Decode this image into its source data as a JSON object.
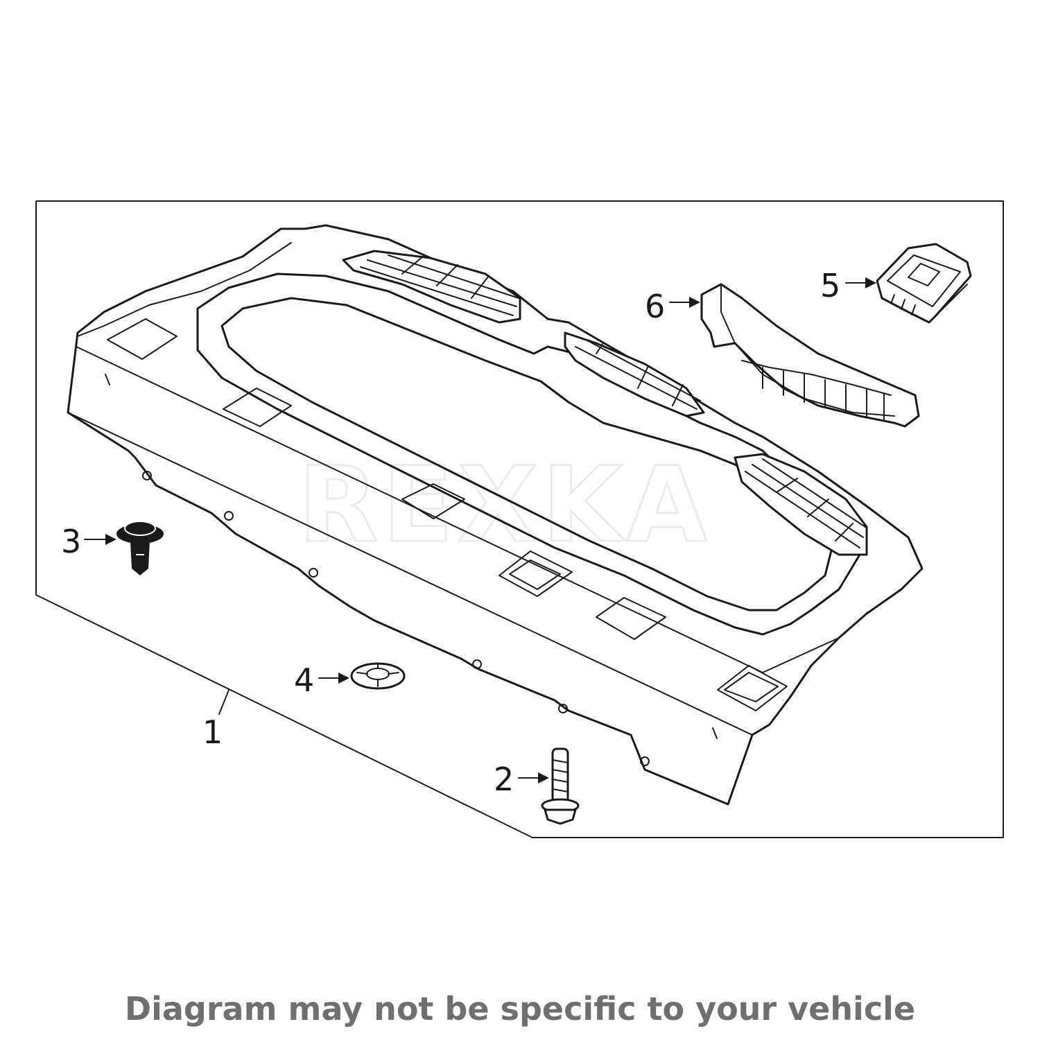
{
  "watermark": "REXKA",
  "callouts": [
    {
      "id": "1",
      "label": "1"
    },
    {
      "id": "2",
      "label": "2"
    },
    {
      "id": "3",
      "label": "3"
    },
    {
      "id": "4",
      "label": "4"
    },
    {
      "id": "5",
      "label": "5"
    },
    {
      "id": "6",
      "label": "6"
    }
  ],
  "disclaimer": "Diagram may not be specific to your vehicle"
}
